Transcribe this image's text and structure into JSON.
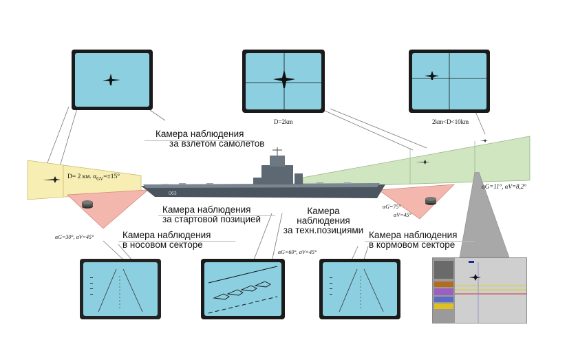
{
  "labels": {
    "takeoff_cam": [
      "Камера наблюдения",
      "за взлетом самолетов"
    ],
    "start_cam": [
      "Камера наблюдения",
      "за стартовой позицией"
    ],
    "tech_cam": [
      "Камера",
      "наблюдения",
      "за техн.позициями"
    ],
    "bow_cam": [
      "Камера наблюдения",
      "в носовом секторе"
    ],
    "stern_cam": [
      "Камера наблюдения",
      "в кормовом секторе"
    ]
  },
  "monitors": {
    "m1_caption": "",
    "m2_caption": "D=2km",
    "m3_caption": "2km<D<10km"
  },
  "annotations": {
    "yellow_range": "D= 2 км.  α",
    "yellow_sub": "GV",
    "yellow_val": "=±15°",
    "green_vals": "αG=11°,  αV=8,2°",
    "bow_vals": "αG=30°,  αV=45°",
    "tech_vals": "αG=60°,  αV=45°",
    "stern_vals_a": "αG=75°",
    "stern_vals_b": "αV=45°"
  },
  "colors": {
    "screen": "#8ccfe0",
    "yellow_zone": "#f7eeb3",
    "green_zone": "#cfe6c0",
    "pink_zone": "#f4b7ad",
    "hull": "#4a5560",
    "hud_bg": "#dcdcdc"
  }
}
